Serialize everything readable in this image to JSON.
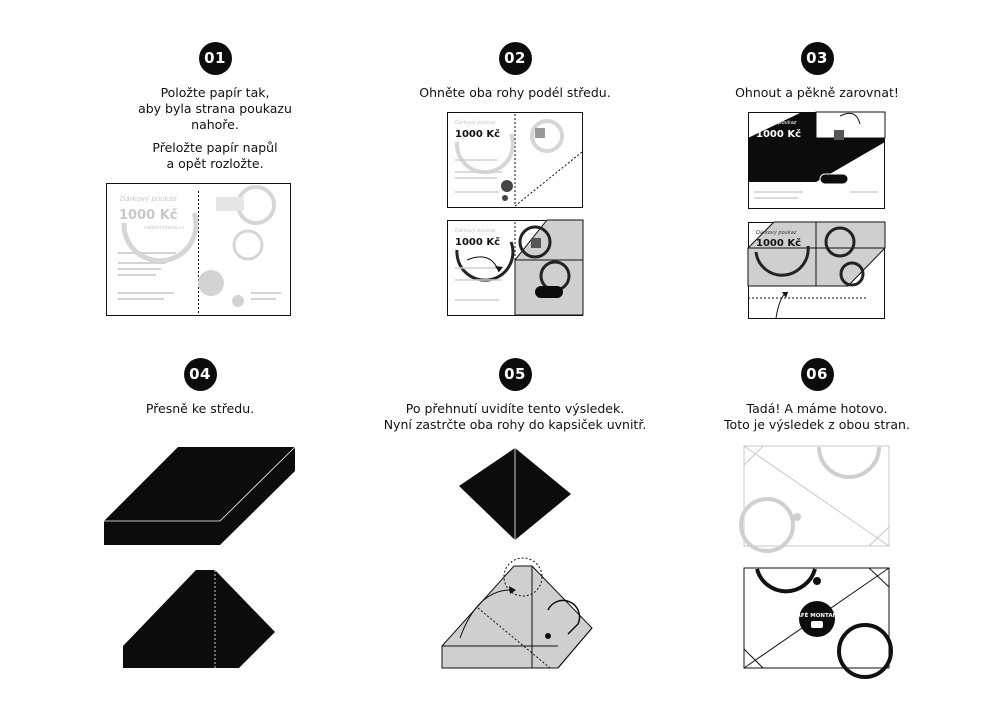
{
  "steps": [
    {
      "number": "01",
      "caption": [
        "Položte papír tak,",
        "aby byla strana poukazu",
        "nahoře."
      ],
      "caption2": [
        "Přeložte papír napůl",
        "a opět rozložte."
      ]
    },
    {
      "number": "02",
      "caption": [
        "Ohněte oba rohy podél středu."
      ]
    },
    {
      "number": "03",
      "caption": [
        "Ohnout a pěkně zarovnat!"
      ]
    },
    {
      "number": "04",
      "caption": [
        "Přesně ke středu."
      ]
    },
    {
      "number": "05",
      "caption": [
        "Po přehnutí uvidíte tento výsledek.",
        "Nyní zastrčte oba rohy do kapsiček uvnitř."
      ]
    },
    {
      "number": "06",
      "caption": [
        "Tadá! A máme hotovo.",
        "Toto je výsledek z obou stran."
      ]
    }
  ],
  "voucher": {
    "script_title": "Dárkový poukaz",
    "amount": "1000 Kč",
    "site": "cafemontana.cz",
    "brand": "CAFÉ MONTANA"
  },
  "colors": {
    "black": "#0c0c0c",
    "gray_fill": "#cfcfcf",
    "faded": "#c8c8c8"
  }
}
